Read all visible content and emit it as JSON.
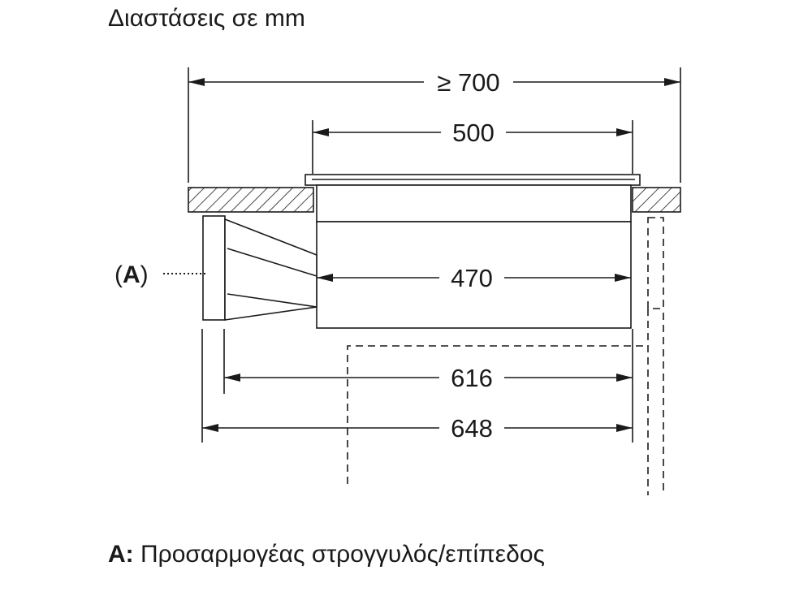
{
  "diagram": {
    "title": "Διαστάσεις σε mm",
    "dimensions": {
      "countertop_width": "≥ 700",
      "hob_width": "500",
      "unit_width": "470",
      "depth_with_adapter": "616",
      "total_depth": "648"
    },
    "callout": {
      "open": "(",
      "letter": "A",
      "close": ")"
    },
    "legend": {
      "key": "A:",
      "text": "Προσαρμογέας στρογγυλός/επίπεδος"
    }
  }
}
